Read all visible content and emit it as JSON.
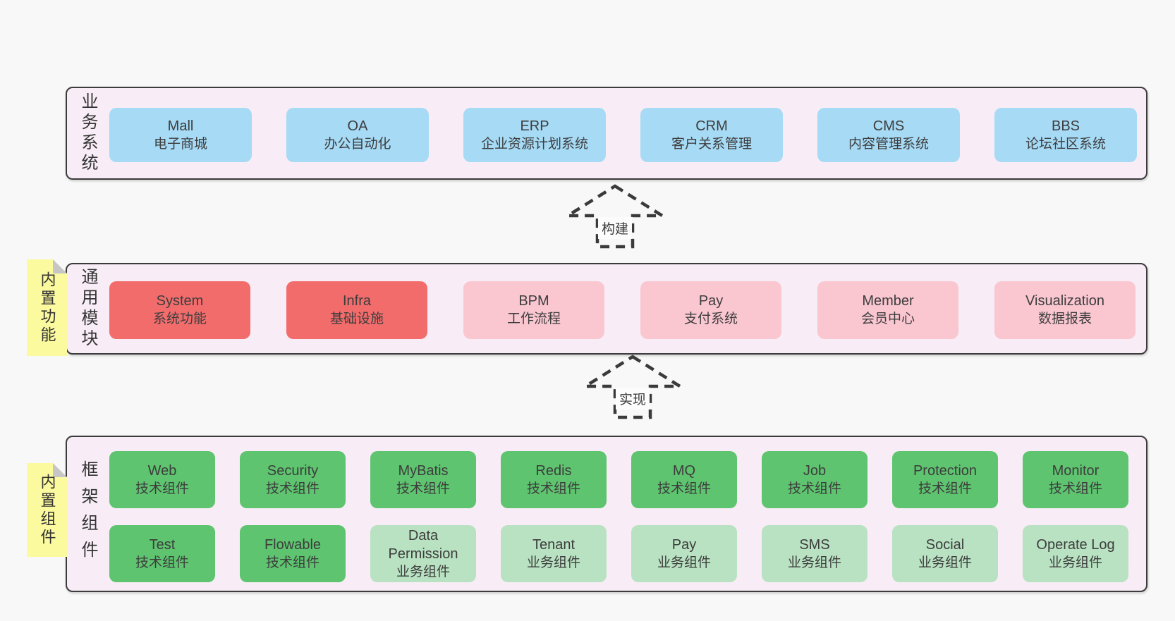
{
  "colors": {
    "page_bg": "#f8f8f8",
    "band_bg": "#f8edf6",
    "band_border": "#3c3c3c",
    "blue_box": "#a6daf5",
    "red_box": "#f26c6c",
    "pink_box": "#fac7d1",
    "green_dark_box": "#5ec46f",
    "green_light_box": "#b8e2c1",
    "sticky_yellow": "#fbfa9e",
    "text": "#3d3d3d"
  },
  "arrows": [
    {
      "label": "构建"
    },
    {
      "label": "实现"
    }
  ],
  "bands": {
    "business": {
      "label": "业务系统",
      "boxes": [
        {
          "title": "Mall",
          "subtitle": "电子商城"
        },
        {
          "title": "OA",
          "subtitle": "办公自动化"
        },
        {
          "title": "ERP",
          "subtitle": "企业资源计划系统"
        },
        {
          "title": "CRM",
          "subtitle": "客户关系管理"
        },
        {
          "title": "CMS",
          "subtitle": "内容管理系统"
        },
        {
          "title": "BBS",
          "subtitle": "论坛社区系统"
        }
      ]
    },
    "modules": {
      "label": "通用模块",
      "sticky": "内置功能",
      "boxes": [
        {
          "title": "System",
          "subtitle": "系统功能"
        },
        {
          "title": "Infra",
          "subtitle": "基础设施"
        },
        {
          "title": "BPM",
          "subtitle": "工作流程"
        },
        {
          "title": "Pay",
          "subtitle": "支付系统"
        },
        {
          "title": "Member",
          "subtitle": "会员中心"
        },
        {
          "title": "Visualization",
          "subtitle": "数据报表"
        }
      ]
    },
    "components": {
      "label": "框架组件",
      "sticky": "内置组件",
      "rows": [
        [
          {
            "title": "Web",
            "subtitle": "技术组件"
          },
          {
            "title": "Security",
            "subtitle": "技术组件"
          },
          {
            "title": "MyBatis",
            "subtitle": "技术组件"
          },
          {
            "title": "Redis",
            "subtitle": "技术组件"
          },
          {
            "title": "MQ",
            "subtitle": "技术组件"
          },
          {
            "title": "Job",
            "subtitle": "技术组件"
          },
          {
            "title": "Protection",
            "subtitle": "技术组件"
          },
          {
            "title": "Monitor",
            "subtitle": "技术组件"
          }
        ],
        [
          {
            "title": "Test",
            "subtitle": "技术组件"
          },
          {
            "title": "Flowable",
            "subtitle": "技术组件"
          },
          {
            "title": "Data Permission",
            "subtitle": "业务组件"
          },
          {
            "title": "Tenant",
            "subtitle": "业务组件"
          },
          {
            "title": "Pay",
            "subtitle": "业务组件"
          },
          {
            "title": "SMS",
            "subtitle": "业务组件"
          },
          {
            "title": "Social",
            "subtitle": "业务组件"
          },
          {
            "title": "Operate Log",
            "subtitle": "业务组件"
          }
        ]
      ]
    }
  }
}
